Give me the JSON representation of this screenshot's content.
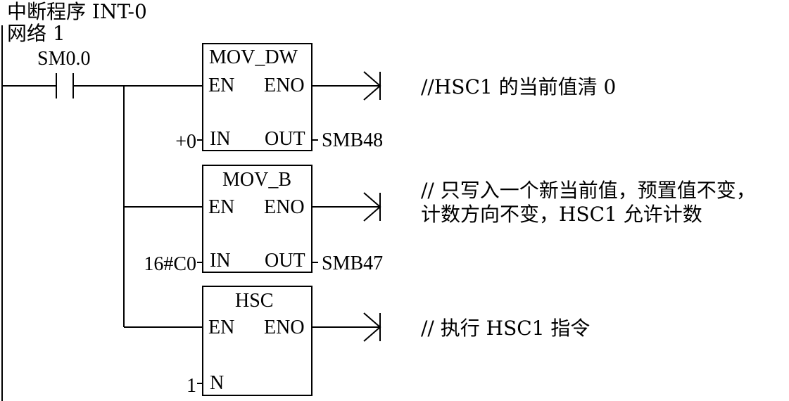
{
  "header": {
    "program_title": "中断程序 INT-0",
    "network_label": "网络 1"
  },
  "contact": {
    "label": "SM0.0"
  },
  "blocks": [
    {
      "name": "MOV_DW",
      "en": "EN",
      "eno": "ENO",
      "input_pin": "IN",
      "output_pin": "OUT",
      "input_value": "+0",
      "output_value": "SMB48",
      "comment": [
        "//HSC1 的当前值清 0"
      ]
    },
    {
      "name": "MOV_B",
      "en": "EN",
      "eno": "ENO",
      "input_pin": "IN",
      "output_pin": "OUT",
      "input_value": "16#C0",
      "output_value": "SMB47",
      "comment": [
        "// 只写入一个新当前值，预置值不变，",
        "计数方向不变，HSC1 允许计数"
      ]
    },
    {
      "name": "HSC",
      "en": "EN",
      "eno": "ENO",
      "input_pin": "N",
      "input_value": "1",
      "comment": [
        "// 执行 HSC1 指令"
      ]
    }
  ]
}
